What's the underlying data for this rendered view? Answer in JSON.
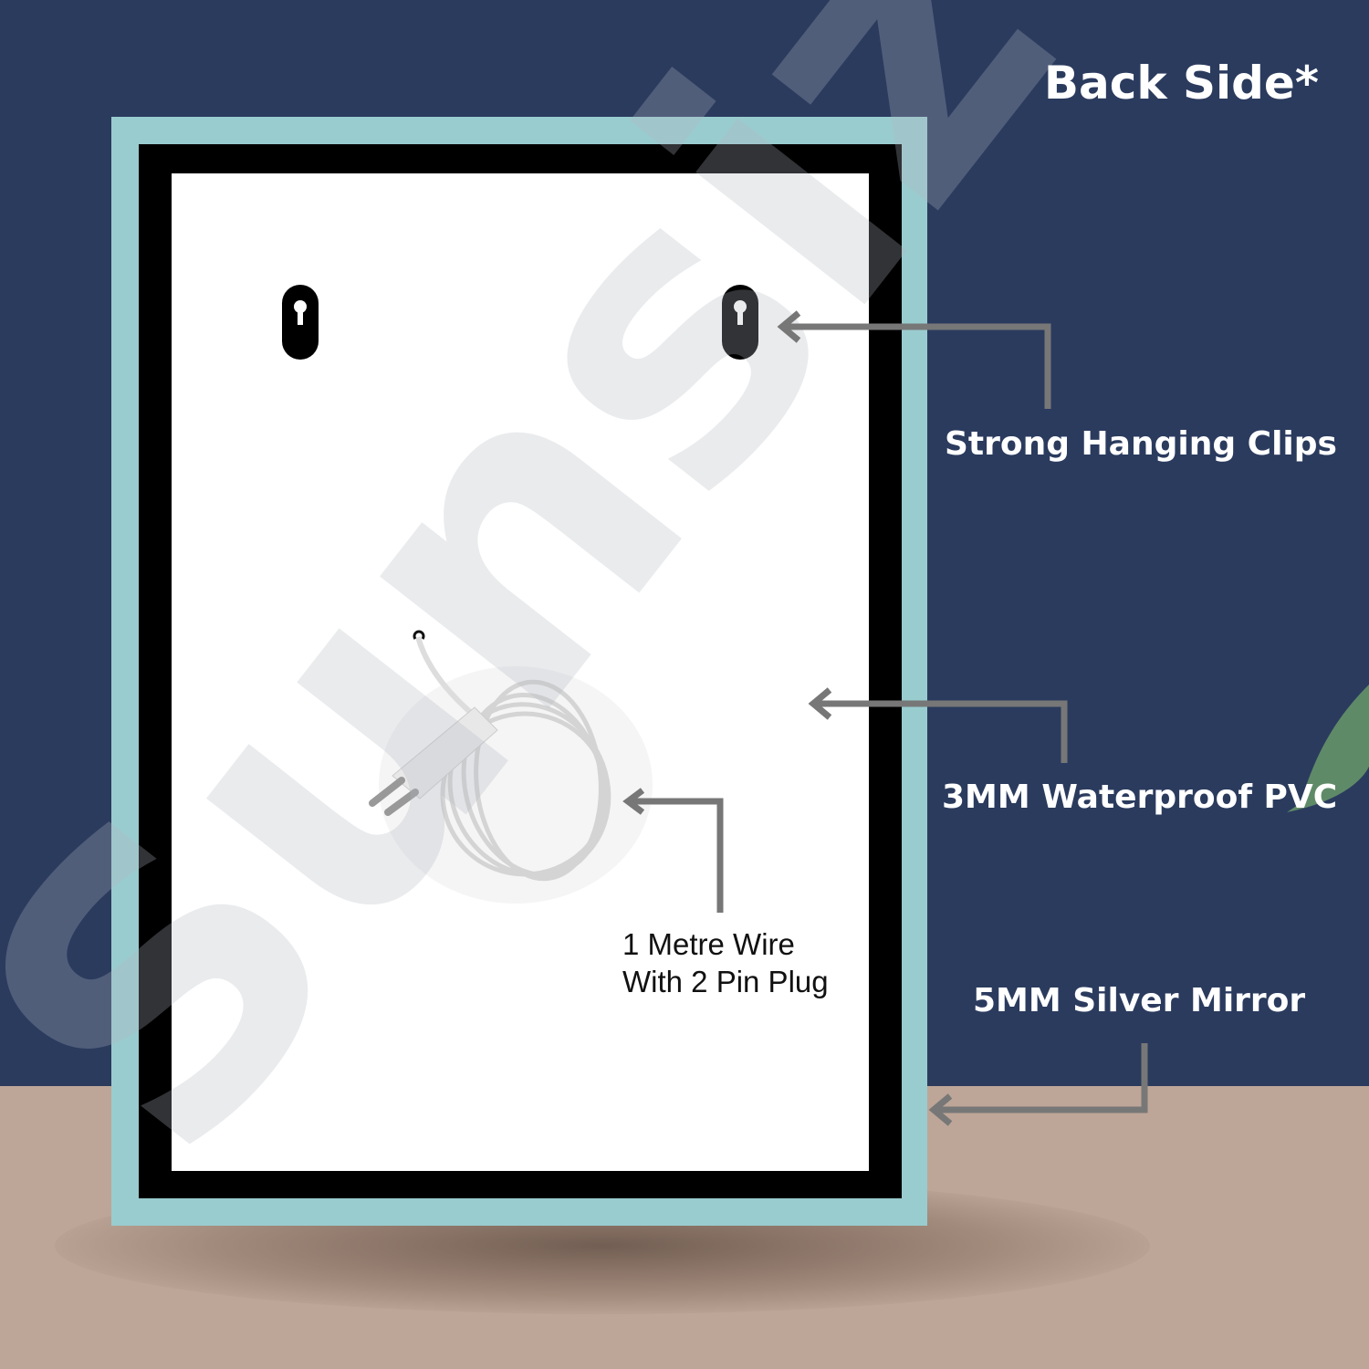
{
  "title": "Back Side*",
  "callouts": {
    "clips": "Strong Hanging Clips",
    "pvc": "3MM Waterproof PVC",
    "mirror": "5MM Silver Mirror",
    "wire_line1": "1 Metre Wire",
    "wire_line2": "With 2 Pin Plug"
  },
  "watermark": "Sunsize",
  "colors": {
    "background": "#2b3b5e",
    "floor": "#bda698",
    "frame": "#99cccf",
    "arrow": "#777777",
    "leaf": "#5f8a68"
  }
}
